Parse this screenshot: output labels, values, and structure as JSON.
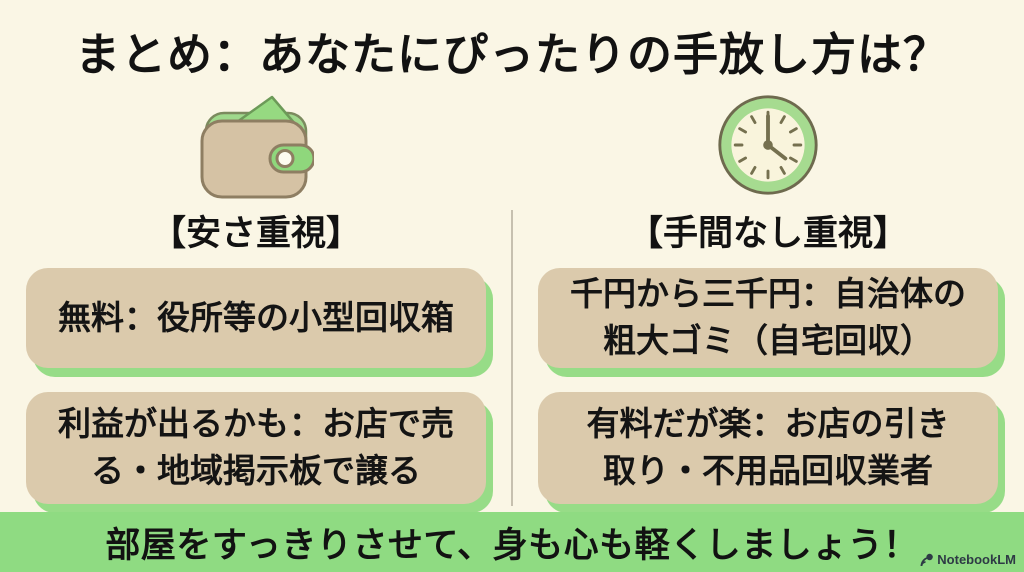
{
  "title": "まとめ：あなたにぴったりの手放し方は？",
  "columns": [
    {
      "icon": "wallet-icon",
      "label": "【安さ重視】",
      "boxes": [
        {
          "lines": [
            "無料：役所等の小型回収箱"
          ]
        },
        {
          "lines": [
            "利益が出るかも：お店で売",
            "る・地域掲示板で譲る"
          ]
        }
      ]
    },
    {
      "icon": "clock-icon",
      "label": "【手間なし重視】",
      "boxes": [
        {
          "lines": [
            "千円から三千円：自治体の",
            "粗大ゴミ（自宅回収）"
          ]
        },
        {
          "lines": [
            "有料だが楽：お店の引き",
            "取り・不用品回収業者"
          ]
        }
      ]
    }
  ],
  "footer": {
    "message": "部屋をすっきりさせて、身も心も軽くしましょう！",
    "watermark": "NotebookLM"
  },
  "colors": {
    "background": "#FAF6E5",
    "box_fill": "#DBCAAC",
    "box_shadow_green": "#97DC87",
    "footer_bar_green": "#8FDB82",
    "divider": "#B4AD9C",
    "icon_green": "#A4DA8E",
    "icon_tan": "#D5C2A4",
    "text": "#121212"
  }
}
